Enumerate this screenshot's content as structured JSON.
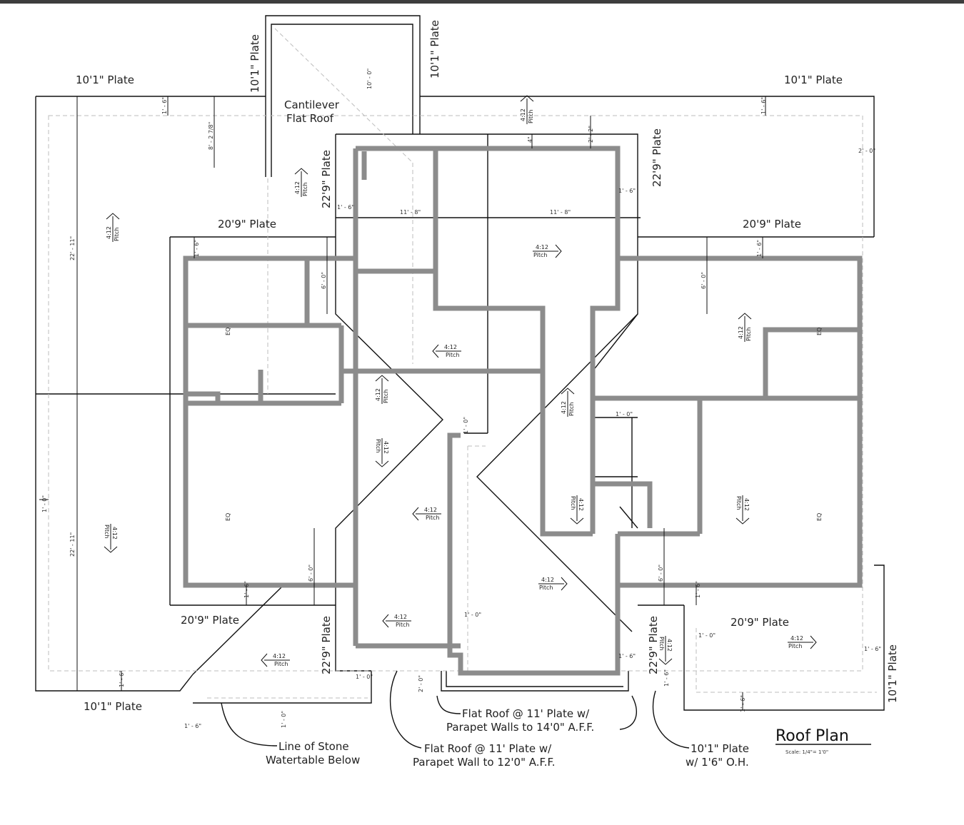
{
  "plates": {
    "p10_1": "10'1\" Plate",
    "p20_9": "20'9\" Plate",
    "p22_9": "22'9\" Plate"
  },
  "cantilever": {
    "line1": "Cantilever",
    "line2": "Flat Roof"
  },
  "pitch": {
    "top": "4:12",
    "bottom": "Pitch"
  },
  "dims": {
    "d1_6": "1' - 6\"",
    "d1_0": "1' - 0\"",
    "d2_2": "2' - 2\"",
    "d2_0": "2' - 0\"",
    "d4": "4\"",
    "d8_27": "8' - 2 7/8\"",
    "d22_11": "22' - 11\"",
    "d10_0": "10' - 0\"",
    "d11_8": "11' - 8\"",
    "d6_0": "6' - 0\"",
    "eq": "EQ"
  },
  "notes": {
    "stone1": "Line of Stone",
    "stone2": "Watertable Below",
    "flat14_1": "Flat Roof @ 11' Plate w/",
    "flat14_2": "Parapet Walls to 14'0\" A.F.F.",
    "flat12_1": "Flat Roof @ 11' Plate w/",
    "flat12_2": "Parapet Wall to 12'0\" A.F.F.",
    "oh1": "10'1\" Plate",
    "oh2": "w/ 1'6\" O.H."
  },
  "title": {
    "main": "Roof Plan",
    "scale": "Scale: 1/4\"= 1'0\""
  },
  "colors": {
    "wall": "#8c8c8c",
    "line": "#111111",
    "dashed": "#bdbdbd",
    "bar": "#3d3d3d"
  }
}
